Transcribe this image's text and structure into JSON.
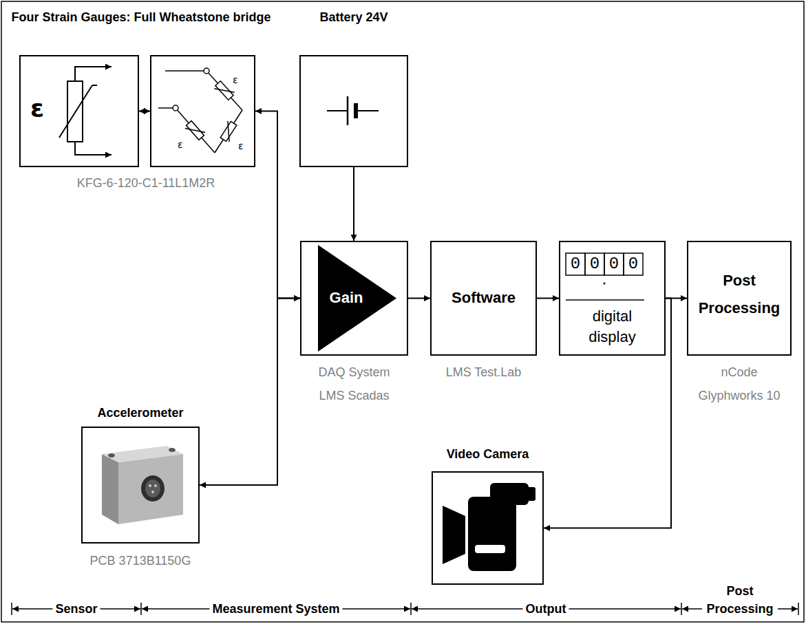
{
  "diagram": {
    "nodes": [
      {
        "text": [
          "ε"
        ]
      },
      {
        "text": [
          "ε",
          "ε",
          "ε"
        ]
      },
      {
        "text": [
          "Battery 24V"
        ]
      },
      {
        "text": [
          "Gain",
          "DAQ System LMS Scadas"
        ]
      },
      {
        "text": [
          "Software",
          "LMS Test.Lab"
        ]
      },
      {
        "text": [
          "0000",
          "digital display"
        ]
      },
      {
        "text": [
          "Post Processing",
          "nCode Glyphworks 10"
        ]
      },
      {
        "text": [
          "Accelerometer",
          "PCB 3713B1150G"
        ]
      },
      {
        "text": [
          "Video Camera"
        ]
      }
    ],
    "edges": [
      {
        "from": 0,
        "to": 1,
        "arrow": "both"
      },
      {
        "from": 1,
        "to": 3,
        "arrow": "both"
      },
      {
        "from": 2,
        "to": 3,
        "arrow": "to"
      },
      {
        "from": 3,
        "to": 4,
        "arrow": "to"
      },
      {
        "from": 4,
        "to": 5,
        "arrow": "to"
      },
      {
        "from": 5,
        "to": 6,
        "arrow": "to"
      },
      {
        "from": 7,
        "to": 3,
        "arrow": "both"
      },
      {
        "from": 5,
        "to": 8,
        "arrow": "to"
      }
    ],
    "labels": [
      "Four Strain Gauges: Full Wheatstone bridge",
      "KFG-6-120-C1-11L1M2R",
      "Sensor",
      "Measurement System",
      "Output",
      "Post Processing"
    ]
  }
}
